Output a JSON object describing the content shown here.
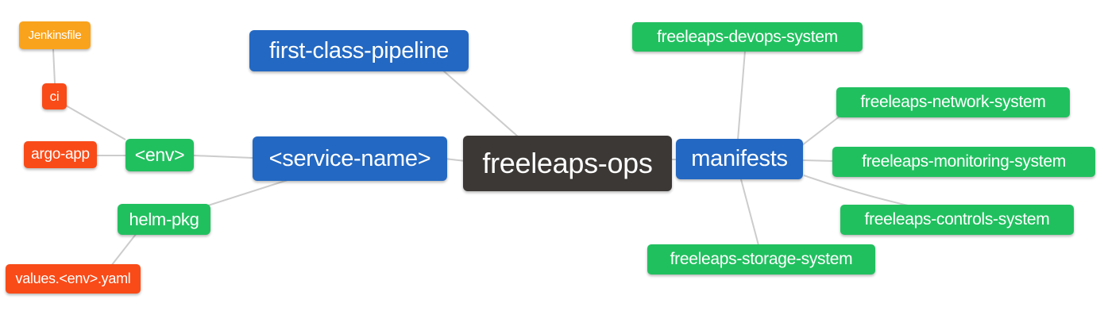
{
  "palette": {
    "canvas_bg": "#ffffff",
    "edge": "#cccccc",
    "text": "#ffffff",
    "root_dark": "#3b3835",
    "branch_blue": "#2368c2",
    "leaf_green": "#21c05f",
    "leaf_red": "#f94b18",
    "leaf_orange": "#f9a31c"
  },
  "nodes": [
    {
      "id": "freeleaps-ops",
      "label": "freeleaps-ops",
      "role": "root",
      "color": "#3b3835"
    },
    {
      "id": "first-class-pipeline",
      "label": "first-class-pipeline",
      "role": "branch",
      "color": "#2368c2"
    },
    {
      "id": "service-name",
      "label": "<service-name>",
      "role": "branch",
      "color": "#2368c2"
    },
    {
      "id": "env",
      "label": "<env>",
      "role": "leaf",
      "color": "#21c05f"
    },
    {
      "id": "argo-app",
      "label": "argo-app",
      "role": "leaf",
      "color": "#f94b18"
    },
    {
      "id": "ci",
      "label": "ci",
      "role": "leaf",
      "color": "#f94b18"
    },
    {
      "id": "jenkinsfile",
      "label": "Jenkinsfile",
      "role": "leaf",
      "color": "#f9a31c"
    },
    {
      "id": "helm-pkg",
      "label": "helm-pkg",
      "role": "leaf",
      "color": "#21c05f"
    },
    {
      "id": "values-env-yaml",
      "label": "values.<env>.yaml",
      "role": "leaf",
      "color": "#f94b18"
    },
    {
      "id": "manifests",
      "label": "manifests",
      "role": "branch",
      "color": "#2368c2"
    },
    {
      "id": "freeleaps-devops-system",
      "label": "freeleaps-devops-system",
      "role": "leaf",
      "color": "#21c05f"
    },
    {
      "id": "freeleaps-network-system",
      "label": "freeleaps-network-system",
      "role": "leaf",
      "color": "#21c05f"
    },
    {
      "id": "freeleaps-monitoring-system",
      "label": "freeleaps-monitoring-system",
      "role": "leaf",
      "color": "#21c05f"
    },
    {
      "id": "freeleaps-controls-system",
      "label": "freeleaps-controls-system",
      "role": "leaf",
      "color": "#21c05f"
    },
    {
      "id": "freeleaps-storage-system",
      "label": "freeleaps-storage-system",
      "role": "leaf",
      "color": "#21c05f"
    }
  ],
  "edges": [
    {
      "from": "jenkinsfile",
      "to": "ci"
    },
    {
      "from": "ci",
      "to": "env"
    },
    {
      "from": "argo-app",
      "to": "env"
    },
    {
      "from": "env",
      "to": "service-name"
    },
    {
      "from": "service-name",
      "to": "freeleaps-ops"
    },
    {
      "from": "service-name",
      "to": "helm-pkg"
    },
    {
      "from": "helm-pkg",
      "to": "values-env-yaml"
    },
    {
      "from": "first-class-pipeline",
      "to": "freeleaps-ops"
    },
    {
      "from": "freeleaps-ops",
      "to": "manifests"
    },
    {
      "from": "manifests",
      "to": "freeleaps-devops-system"
    },
    {
      "from": "manifests",
      "to": "freeleaps-network-system"
    },
    {
      "from": "manifests",
      "to": "freeleaps-monitoring-system"
    },
    {
      "from": "manifests",
      "to": "freeleaps-controls-system"
    },
    {
      "from": "manifests",
      "to": "freeleaps-storage-system"
    }
  ]
}
